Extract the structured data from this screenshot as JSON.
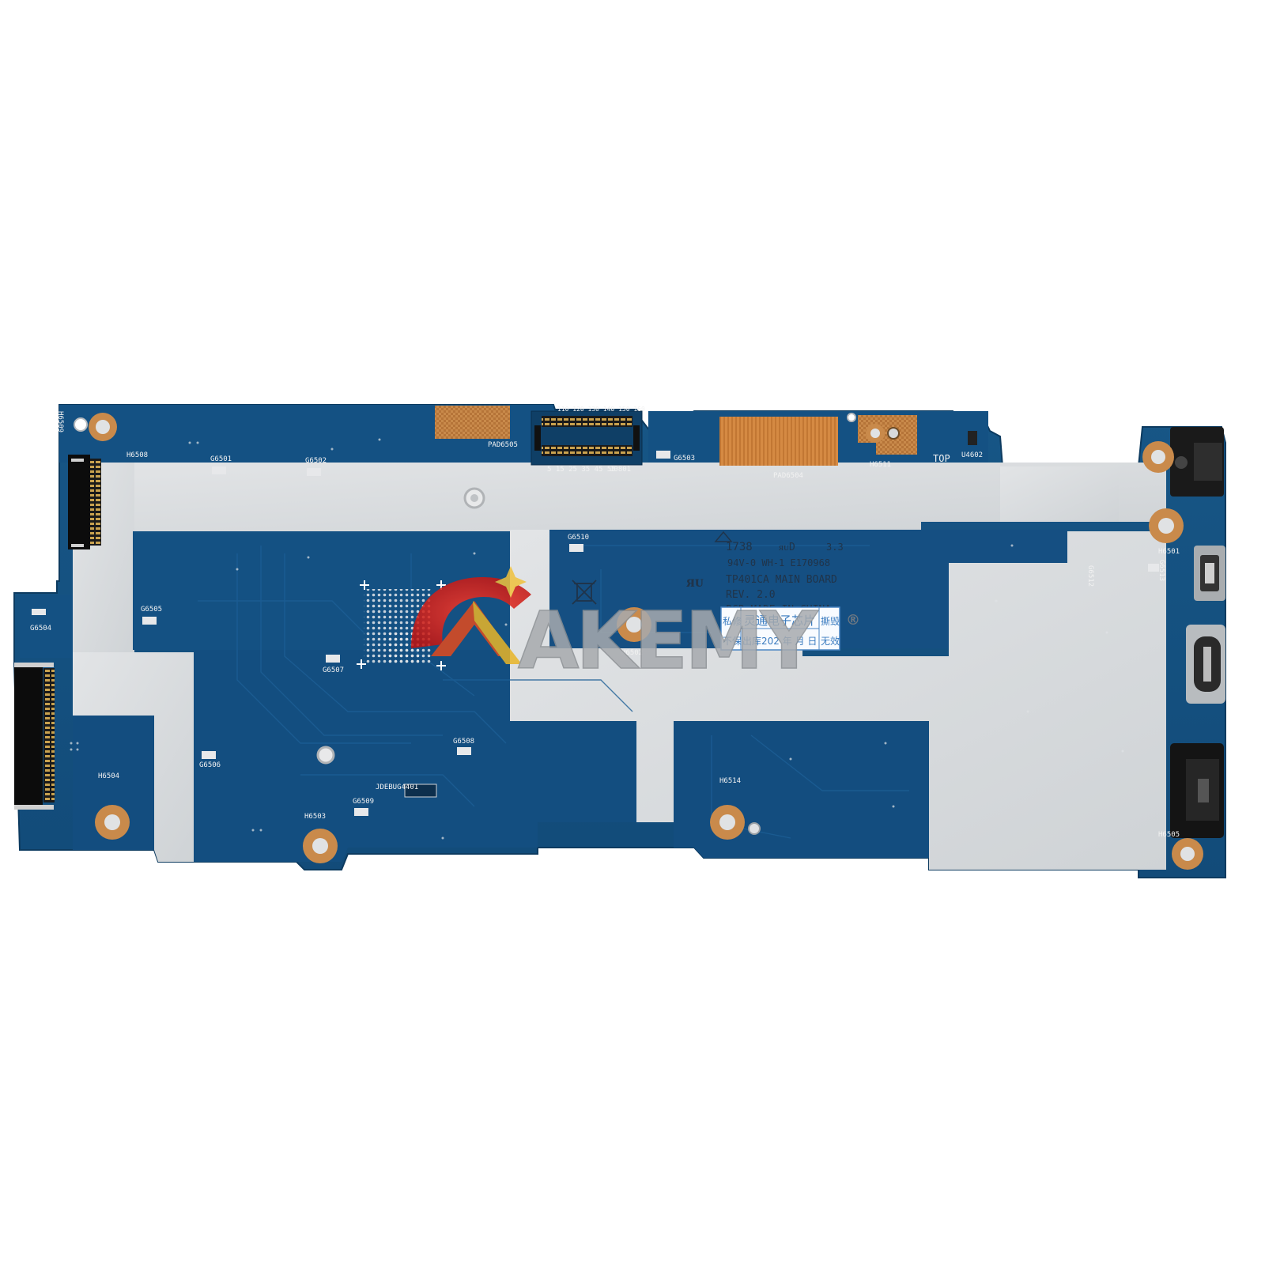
{
  "watermark": {
    "text": "AKEMY",
    "registered": "®"
  },
  "board": {
    "model": "TP401CA MAIN BOARD",
    "rev": "REV. 2.0",
    "made_in": "PCB MADE IN CHINA",
    "cert_line1_code": "1738",
    "cert_line1_mark": "ᴙᴜD",
    "cert_line1_val": "3.3",
    "cert_line2": "94V-0 WH-1 E170968",
    "top_label": "TOP",
    "debug_label": "JDEBUG4401",
    "connector_top_nums": "110 120 130 140 150 160",
    "connector_bottom_nums": "5  15  25  35  45  55",
    "connector_label": "J0801",
    "pads": [
      "PAD6505",
      "PAD6504"
    ],
    "holes": [
      "H6508",
      "H6509",
      "H6511",
      "H6502",
      "H6504",
      "H6503",
      "H6514",
      "H6505",
      "H6501"
    ],
    "components": [
      "G6501",
      "G6502",
      "G6503",
      "G6510",
      "G6505",
      "G6504",
      "G6507",
      "G6506",
      "G6508",
      "G6509",
      "G6512",
      "G6513",
      "U4602"
    ]
  },
  "sticker": {
    "left_top": "私修",
    "left_bottom": "不保",
    "title": "灵通电子芯片",
    "date": "出库202  年  月  日",
    "right_top": "撕毁",
    "right_bottom": "无效"
  },
  "colors": {
    "pcb": "#144f7e",
    "pcb_dark": "#0f4169",
    "silver": "#d6d9dc",
    "copper": "#c8884a"
  }
}
